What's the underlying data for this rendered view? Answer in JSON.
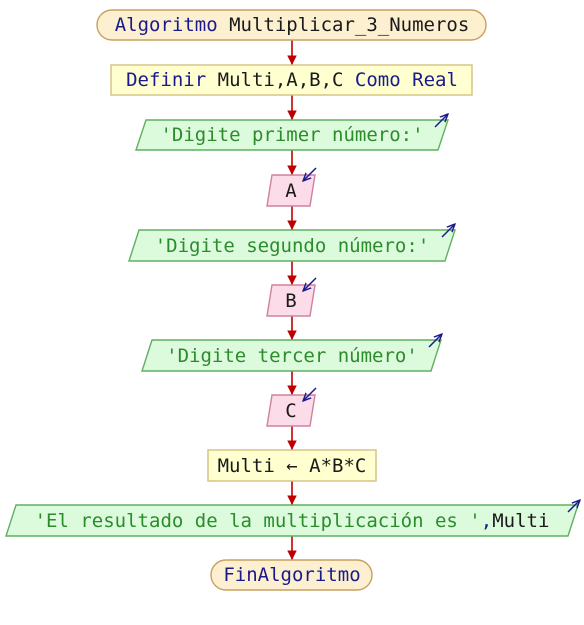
{
  "start": {
    "keyword": "Algoritmo",
    "name": "Multiplicar_3_Numeros"
  },
  "define": {
    "kw1": "Definir",
    "vars": "Multi,A,B,C",
    "kw2": "Como",
    "type": "Real"
  },
  "out1": {
    "text": "'Digite primer número:'"
  },
  "in1": {
    "var": "A"
  },
  "out2": {
    "text": "'Digite segundo número:'"
  },
  "in2": {
    "var": "B"
  },
  "out3": {
    "text": "'Digite tercer número'"
  },
  "in3": {
    "var": "C"
  },
  "assign": {
    "target": "Multi",
    "arrow": "←",
    "expr": "A*B*C"
  },
  "out4": {
    "text": "'El resultado de la multiplicación es '",
    "sep": ",",
    "var": "Multi"
  },
  "end": {
    "keyword": "FinAlgoritmo"
  },
  "colors": {
    "terminal_fill": "#fdf0d0",
    "terminal_stroke": "#c8a060",
    "process_fill": "#ffffd0",
    "process_stroke": "#d4c080",
    "output_fill": "#dcfadc",
    "output_stroke": "#60b060",
    "input_fill": "#fcdce8",
    "input_stroke": "#d080a0",
    "connector": "#c00000",
    "io_arrow": "#1a1a8c"
  }
}
